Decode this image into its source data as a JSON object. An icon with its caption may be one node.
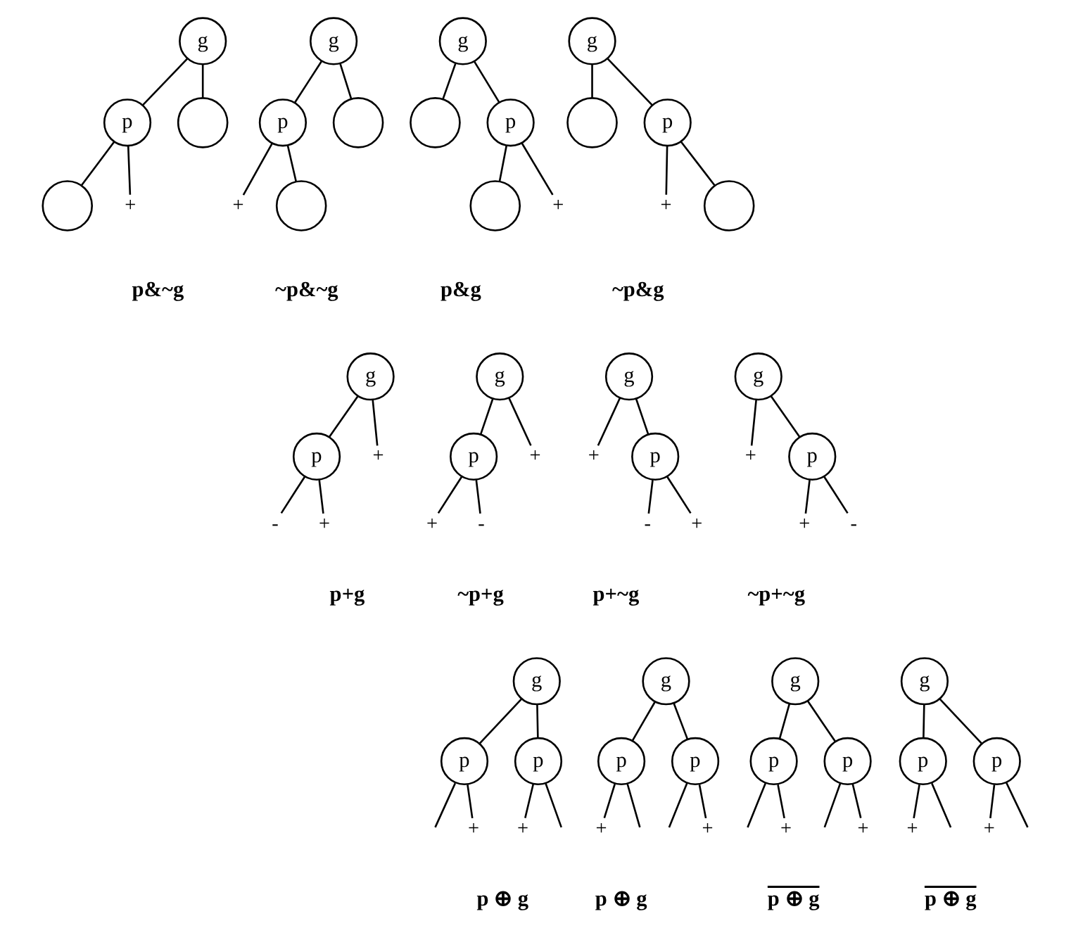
{
  "diagram": {
    "nodes": [
      {
        "text": [
          "g"
        ]
      },
      {
        "text": [
          "p"
        ]
      },
      {
        "text": [],
        "shape": "circle"
      },
      {
        "text": [],
        "shape": "circle"
      },
      {
        "text": [
          "+"
        ]
      },
      {
        "text": [
          "g"
        ]
      },
      {
        "text": [
          "p"
        ]
      },
      {
        "text": [],
        "shape": "circle"
      },
      {
        "text": [
          "+"
        ]
      },
      {
        "text": [],
        "shape": "circle"
      },
      {
        "text": [
          "g"
        ]
      },
      {
        "text": [],
        "shape": "circle"
      },
      {
        "text": [
          "p"
        ]
      },
      {
        "text": [],
        "shape": "circle"
      },
      {
        "text": [
          "+"
        ]
      },
      {
        "text": [
          "g"
        ]
      },
      {
        "text": [],
        "shape": "circle"
      },
      {
        "text": [
          "p"
        ]
      },
      {
        "text": [
          "+"
        ]
      },
      {
        "text": [],
        "shape": "circle"
      },
      {
        "text": [
          "g"
        ]
      },
      {
        "text": [
          "p"
        ]
      },
      {
        "text": [
          "+"
        ]
      },
      {
        "text": [
          "-"
        ]
      },
      {
        "text": [
          "+"
        ]
      },
      {
        "text": [
          "g"
        ]
      },
      {
        "text": [
          "p"
        ]
      },
      {
        "text": [
          "+"
        ]
      },
      {
        "text": [
          "+"
        ]
      },
      {
        "text": [
          "-"
        ]
      },
      {
        "text": [
          "g"
        ]
      },
      {
        "text": [
          "+"
        ]
      },
      {
        "text": [
          "p"
        ]
      },
      {
        "text": [
          "-"
        ]
      },
      {
        "text": [
          "+"
        ]
      },
      {
        "text": [
          "g"
        ]
      },
      {
        "text": [
          "+"
        ]
      },
      {
        "text": [
          "p"
        ]
      },
      {
        "text": [
          "+"
        ]
      },
      {
        "text": [
          "-"
        ]
      },
      {
        "text": [
          "g"
        ]
      },
      {
        "text": [
          "p"
        ]
      },
      {
        "text": [
          "p"
        ]
      },
      {
        "text": [
          "+"
        ]
      },
      {
        "text": [
          "+"
        ]
      },
      {
        "text": [
          "g"
        ]
      },
      {
        "text": [
          "p"
        ]
      },
      {
        "text": [
          "p"
        ]
      },
      {
        "text": [
          "+"
        ]
      },
      {
        "text": [
          "+"
        ]
      },
      {
        "text": [
          "g"
        ]
      },
      {
        "text": [
          "p"
        ]
      },
      {
        "text": [
          "p"
        ]
      },
      {
        "text": [
          "+"
        ]
      },
      {
        "text": [
          "+"
        ]
      },
      {
        "text": [
          "g"
        ]
      },
      {
        "text": [
          "p"
        ]
      },
      {
        "text": [
          "p"
        ]
      },
      {
        "text": [
          "+"
        ]
      },
      {
        "text": [
          "+"
        ]
      }
    ],
    "edges": [
      {
        "from": 0,
        "to": 1,
        "arrow": "none"
      },
      {
        "from": 0,
        "to": 2,
        "arrow": "none"
      },
      {
        "from": 1,
        "to": 3,
        "arrow": "none"
      },
      {
        "from": 1,
        "to": 4,
        "arrow": "none"
      },
      {
        "from": 5,
        "to": 6,
        "arrow": "none"
      },
      {
        "from": 5,
        "to": 7,
        "arrow": "none"
      },
      {
        "from": 6,
        "to": 8,
        "arrow": "none"
      },
      {
        "from": 6,
        "to": 9,
        "arrow": "none"
      },
      {
        "from": 10,
        "to": 11,
        "arrow": "none"
      },
      {
        "from": 10,
        "to": 12,
        "arrow": "none"
      },
      {
        "from": 12,
        "to": 13,
        "arrow": "none"
      },
      {
        "from": 12,
        "to": 14,
        "arrow": "none"
      },
      {
        "from": 15,
        "to": 16,
        "arrow": "none"
      },
      {
        "from": 15,
        "to": 17,
        "arrow": "none"
      },
      {
        "from": 17,
        "to": 18,
        "arrow": "none"
      },
      {
        "from": 17,
        "to": 19,
        "arrow": "none"
      },
      {
        "from": 20,
        "to": 21,
        "arrow": "none"
      },
      {
        "from": 20,
        "to": 22,
        "arrow": "none"
      },
      {
        "from": 21,
        "to": 23,
        "arrow": "none"
      },
      {
        "from": 21,
        "to": 24,
        "arrow": "none"
      },
      {
        "from": 25,
        "to": 26,
        "arrow": "none"
      },
      {
        "from": 25,
        "to": 27,
        "arrow": "none"
      },
      {
        "from": 26,
        "to": 28,
        "arrow": "none"
      },
      {
        "from": 26,
        "to": 29,
        "arrow": "none"
      },
      {
        "from": 30,
        "to": 31,
        "arrow": "none"
      },
      {
        "from": 30,
        "to": 32,
        "arrow": "none"
      },
      {
        "from": 32,
        "to": 33,
        "arrow": "none"
      },
      {
        "from": 32,
        "to": 34,
        "arrow": "none"
      },
      {
        "from": 35,
        "to": 36,
        "arrow": "none"
      },
      {
        "from": 35,
        "to": 37,
        "arrow": "none"
      },
      {
        "from": 37,
        "to": 38,
        "arrow": "none"
      },
      {
        "from": 37,
        "to": 39,
        "arrow": "none"
      },
      {
        "from": 40,
        "to": 41,
        "arrow": "none"
      },
      {
        "from": 40,
        "to": 42,
        "arrow": "none"
      },
      {
        "from": 41,
        "to": null,
        "arrow": "none"
      },
      {
        "from": 41,
        "to": 43,
        "arrow": "none"
      },
      {
        "from": 42,
        "to": 44,
        "arrow": "none"
      },
      {
        "from": 42,
        "to": null,
        "arrow": "none"
      },
      {
        "from": 45,
        "to": 46,
        "arrow": "none"
      },
      {
        "from": 45,
        "to": 47,
        "arrow": "none"
      },
      {
        "from": 46,
        "to": 48,
        "arrow": "none"
      },
      {
        "from": 46,
        "to": null,
        "arrow": "none"
      },
      {
        "from": 47,
        "to": null,
        "arrow": "none"
      },
      {
        "from": 47,
        "to": 49,
        "arrow": "none"
      },
      {
        "from": 50,
        "to": 51,
        "arrow": "none"
      },
      {
        "from": 50,
        "to": 52,
        "arrow": "none"
      },
      {
        "from": 51,
        "to": null,
        "arrow": "none"
      },
      {
        "from": 51,
        "to": 53,
        "arrow": "none"
      },
      {
        "from": 52,
        "to": null,
        "arrow": "none"
      },
      {
        "from": 52,
        "to": 54,
        "arrow": "none"
      },
      {
        "from": 55,
        "to": 56,
        "arrow": "none"
      },
      {
        "from": 55,
        "to": 57,
        "arrow": "none"
      },
      {
        "from": 56,
        "to": 58,
        "arrow": "none"
      },
      {
        "from": 56,
        "to": null,
        "arrow": "none"
      },
      {
        "from": 57,
        "to": 59,
        "arrow": "none"
      },
      {
        "from": 57,
        "to": null,
        "arrow": "none"
      }
    ],
    "labels": [
      "p&~g",
      "~p&~g",
      "p&g",
      "~p&g",
      "p+g",
      "~p+g",
      "p+~g",
      "~p+~g",
      "p ⊕ g",
      "p ⊕ g",
      "p ⊕ g",
      "p ⊕ g"
    ]
  }
}
